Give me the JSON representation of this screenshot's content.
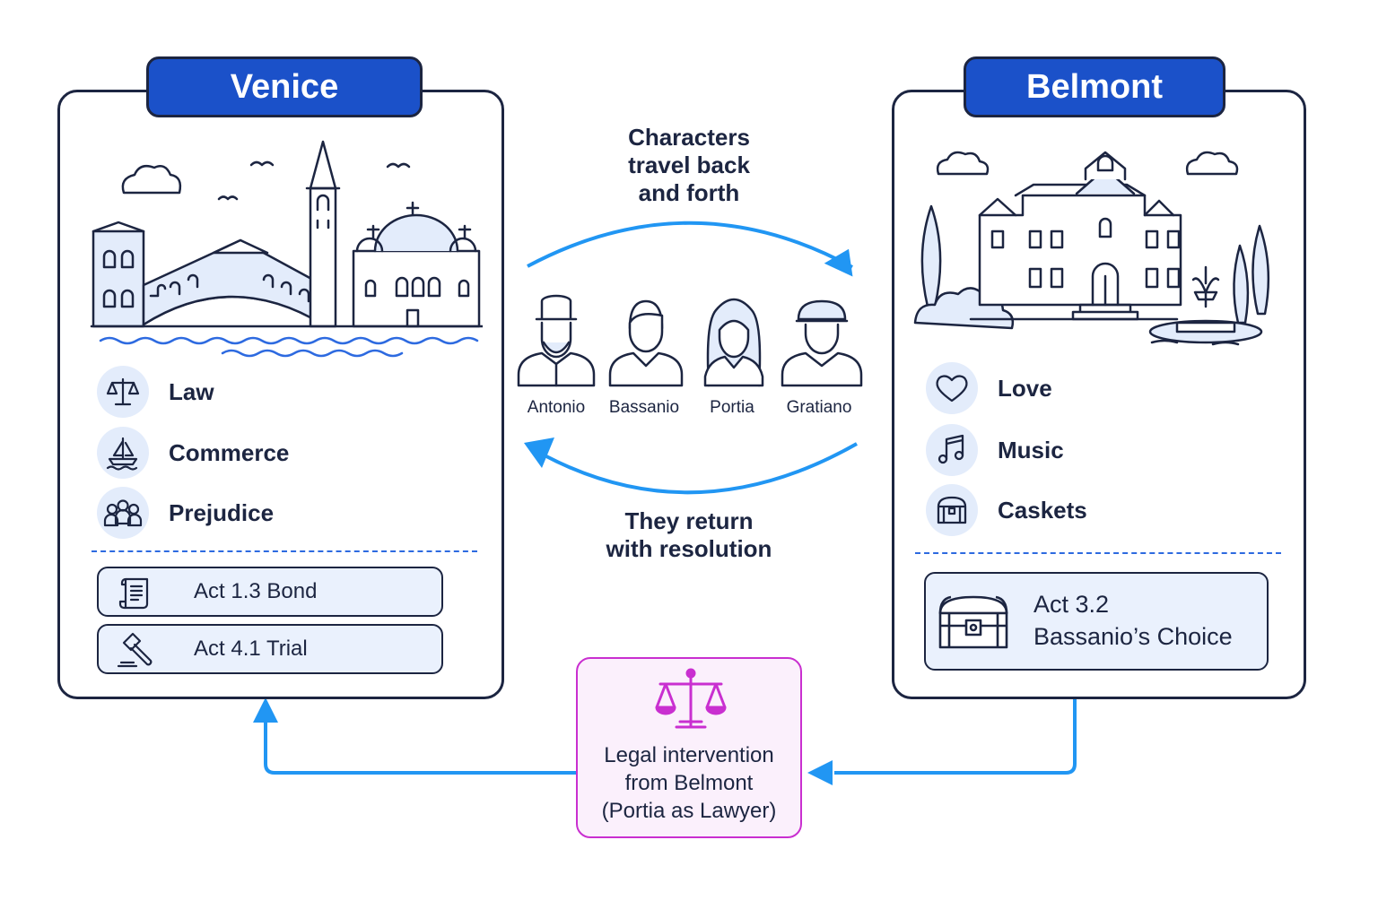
{
  "venice": {
    "title": "Venice",
    "themes": [
      {
        "label": "Law",
        "icon": "scales-icon"
      },
      {
        "label": "Commerce",
        "icon": "ship-icon"
      },
      {
        "label": "Prejudice",
        "icon": "people-icon"
      }
    ],
    "acts": [
      {
        "label": "Act 1.3 Bond",
        "icon": "scroll-icon"
      },
      {
        "label": "Act 4.1 Trial",
        "icon": "gavel-icon"
      }
    ]
  },
  "belmont": {
    "title": "Belmont",
    "themes": [
      {
        "label": "Love",
        "icon": "heart-icon"
      },
      {
        "label": "Music",
        "icon": "music-note-icon"
      },
      {
        "label": "Caskets",
        "icon": "casket-icon"
      }
    ],
    "act": {
      "line1": "Act 3.2",
      "line2": "Bassanio’s Choice",
      "icon": "treasure-chest-icon"
    }
  },
  "travel": {
    "top_caption": [
      "Characters",
      "travel back",
      "and forth"
    ],
    "bottom_caption": [
      "They return",
      "with resolution"
    ]
  },
  "characters": [
    "Antonio",
    "Bassanio",
    "Portia",
    "Gratiano"
  ],
  "intervention": {
    "lines": [
      "Legal intervention",
      "from Belmont",
      "(Portia as Lawyer)"
    ],
    "icon": "scales-of-justice-icon"
  },
  "colors": {
    "primary": "#1b51c9",
    "arrow": "#2196f3",
    "outline": "#1c2541",
    "accent": "#c92fd0",
    "fill_light": "#e3ecfb"
  }
}
